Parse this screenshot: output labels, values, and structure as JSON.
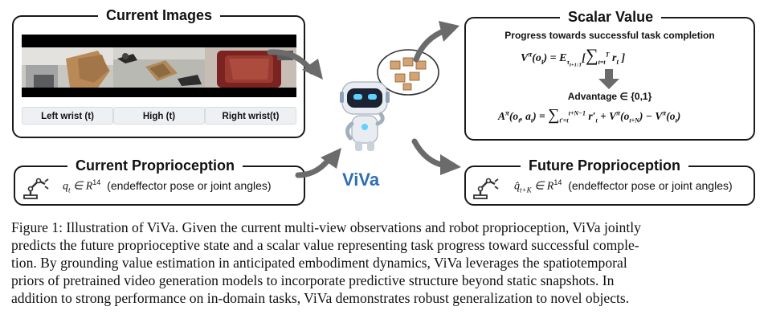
{
  "figure": {
    "current_images": {
      "title": "Current Images",
      "views": [
        {
          "label": "Left wrist (t)"
        },
        {
          "label": "High (t)"
        },
        {
          "label": "Right wrist(t)"
        }
      ]
    },
    "current_proprioception": {
      "title": "Current Proprioception",
      "symbol": "q",
      "subscript": "t",
      "relation": " ∈ R",
      "superscript": "14",
      "desc": "(endeffector pose or joint angles)"
    },
    "center": {
      "name": "ViVa",
      "accent_color": "#2f6fb0"
    },
    "scalar_value": {
      "title": "Scalar Value",
      "heading": "Progress towards successful task completion",
      "value_lhs": "V",
      "value_rhs": "= E",
      "value_tail": "r",
      "advantage_heading": "Advantage ∈ {0,1}",
      "advantage_lhs": "A",
      "advantage_rhs": "r′",
      "advantage_tail": "+ V",
      "advantage_end": "− V"
    },
    "future_proprioception": {
      "title": "Future Proprioception",
      "symbol": "q̂",
      "subscript": "t+K",
      "relation": " ∈ R",
      "superscript": "14",
      "desc": "(endeffector pose or joint angles)"
    }
  },
  "caption": {
    "line1": "Figure 1: Illustration of ViVa. Given the current multi-view observations and robot proprioception, ViVa jointly",
    "line2": "predicts the future proprioceptive state and a scalar value representing task progress toward successful comple-",
    "line3": "tion. By grounding value estimation in anticipated embodiment dynamics, ViVa leverages the spatiotemporal",
    "line4": "priors of pretrained video generation models to incorporate predictive structure beyond static snapshots. In",
    "line5": "addition to strong performance on in-domain tasks, ViVa demonstrates robust generalization to novel objects."
  }
}
